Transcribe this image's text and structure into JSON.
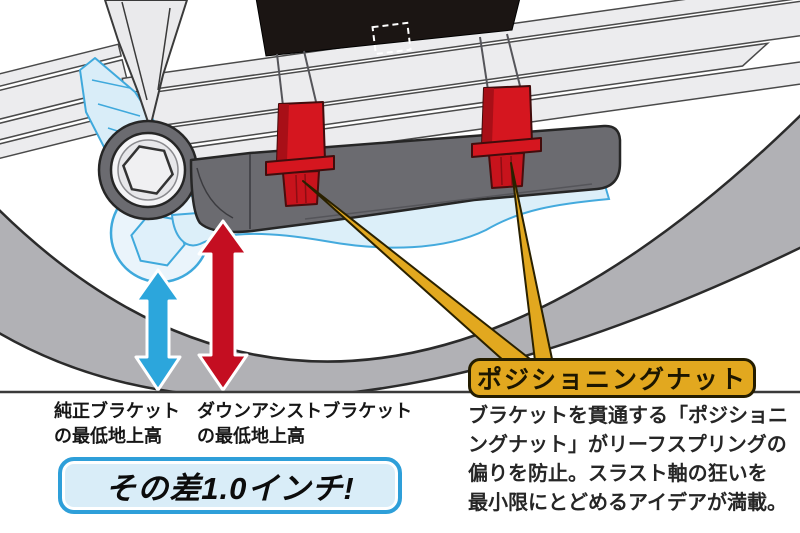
{
  "diagram": {
    "badge": {
      "label": "ポジショニングナット"
    },
    "clearance_labels": {
      "stock": "純正ブラケット\nの最低地上高",
      "down_assist": "ダウンアシストブラケット\nの最低地上高"
    },
    "difference_callout": {
      "text": "その差1.0インチ!"
    },
    "description": "ブラケットを貫通する「ポジショニ\nングナット」がリーフスプリングの\n偏りを防止。スラスト軸の狂いを\n最小限にとどめるアイデアが満載。",
    "colors": {
      "nut_red": "#D5161F",
      "arrow_red": "#C40E21",
      "arrow_blue": "#2CA6DC",
      "ghost_outline_blue": "#3FA9DC",
      "badge_gold": "#E2A81F",
      "bracket_gray": "#6B6B70",
      "tire_gray": "#B1B1B5",
      "leaf_spring_gray": "#ECECEE",
      "callout_border_blue": "#2E9FD9",
      "callout_fill": "#D9EDF8"
    }
  }
}
